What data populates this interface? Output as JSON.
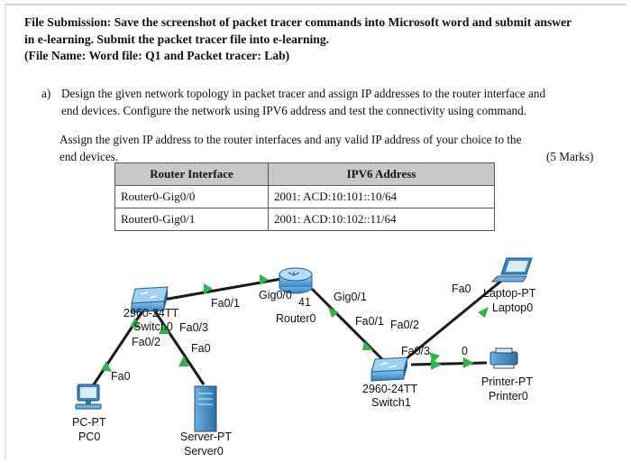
{
  "header": {
    "line1": "File Submission: Save the screenshot of packet tracer commands into Microsoft word and submit answer",
    "line2": "in e-learning. Submit the packet tracer file into e-learning.",
    "line3": "(File Name:  Word file: Q1 and Packet tracer: Lab)"
  },
  "question": {
    "number": "a)",
    "line1": "Design the given network topology in packet tracer and assign IP addresses to the router interface and",
    "line2": "end devices. Configure the network using IPV6 address and test the connectivity using command."
  },
  "assign": {
    "line1": "Assign the given IP address to the router interfaces and any valid IP address of your choice to the",
    "line2": "end devices.",
    "marks": "(5 Marks)"
  },
  "table": {
    "headers": [
      "Router Interface",
      "IPV6 Address"
    ],
    "rows": [
      [
        "Router0-Gig0/0",
        "2001: ACD:10:101::10/64"
      ],
      [
        "Router0-Gig0/1",
        "2001: ACD:10:102::11/64"
      ]
    ]
  },
  "topology": {
    "labels": {
      "switch0_model": "2960-24TT",
      "switch0_name": "Switch0",
      "switch0_fa01": "Fa0/1",
      "switch0_fa03": "Fa0/3",
      "switch0_fa02": "Fa0/2",
      "server_fa0": "Fa0",
      "pc_fa0": "Fa0",
      "router_gig00": "Gig0/0",
      "router_41": "41",
      "router_gig01": "Gig0/1",
      "router_name": "Router0",
      "switch1_fa01": "Fa0/1",
      "switch1_fa02": "Fa0/2",
      "switch1_fa03": "Fa0/3",
      "printer_0": "0",
      "laptop_fa0": "Fa0",
      "switch1_model": "2960-24TT",
      "switch1_name": "Switch1",
      "pc_model": "PC-PT",
      "pc_name": "PC0",
      "server_model": "Server-PT",
      "server_name": "Server0",
      "laptop_model": "Laptop-PT",
      "laptop_name": "Laptop0",
      "printer_model": "Printer-PT",
      "printer_name": "Printer0"
    },
    "link_color": "#1a1a1a",
    "up_color": "#33b34a",
    "device_color": "#2f86c8"
  }
}
